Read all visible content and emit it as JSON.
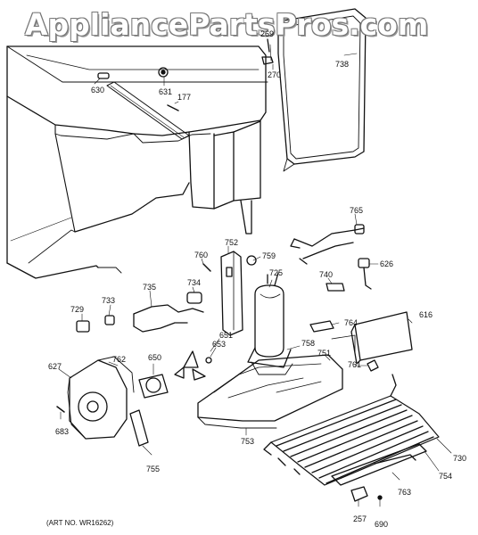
{
  "watermark": "AppliancePartsPros.com",
  "art_number": "(ART NO. WR16262)",
  "callouts": {
    "c630": "630",
    "c631": "631",
    "c177": "177",
    "c269": "269",
    "c270": "270",
    "c738": "738",
    "c765": "765",
    "c752": "752",
    "c760": "760",
    "c759": "759",
    "c725": "725",
    "c626": "626",
    "c740": "740",
    "c735": "735",
    "c734": "734",
    "c733": "733",
    "c729": "729",
    "c764": "764",
    "c616": "616",
    "c651": "651",
    "c653": "653",
    "c758": "758",
    "c751": "751",
    "c761": "761",
    "c627": "627",
    "c762": "762",
    "c650": "650",
    "c683": "683",
    "c755": "755",
    "c753": "753",
    "c730": "730",
    "c754": "754",
    "c763": "763",
    "c257": "257",
    "c690": "690"
  }
}
